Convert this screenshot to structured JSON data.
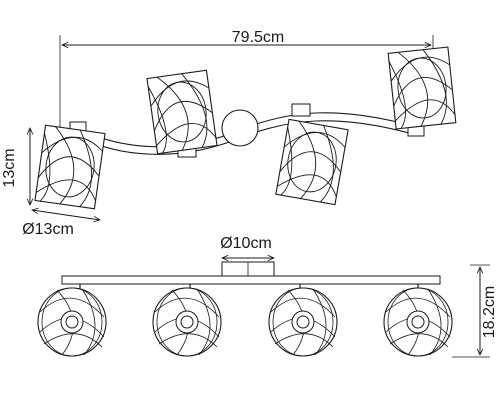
{
  "dimensions": {
    "total_width": "79.5cm",
    "shade_height": "13cm",
    "shade_diameter": "Ø13cm",
    "base_diameter": "Ø10cm",
    "total_height": "18.2cm"
  },
  "colors": {
    "line": "#1a1a1a",
    "background": "#ffffff"
  }
}
